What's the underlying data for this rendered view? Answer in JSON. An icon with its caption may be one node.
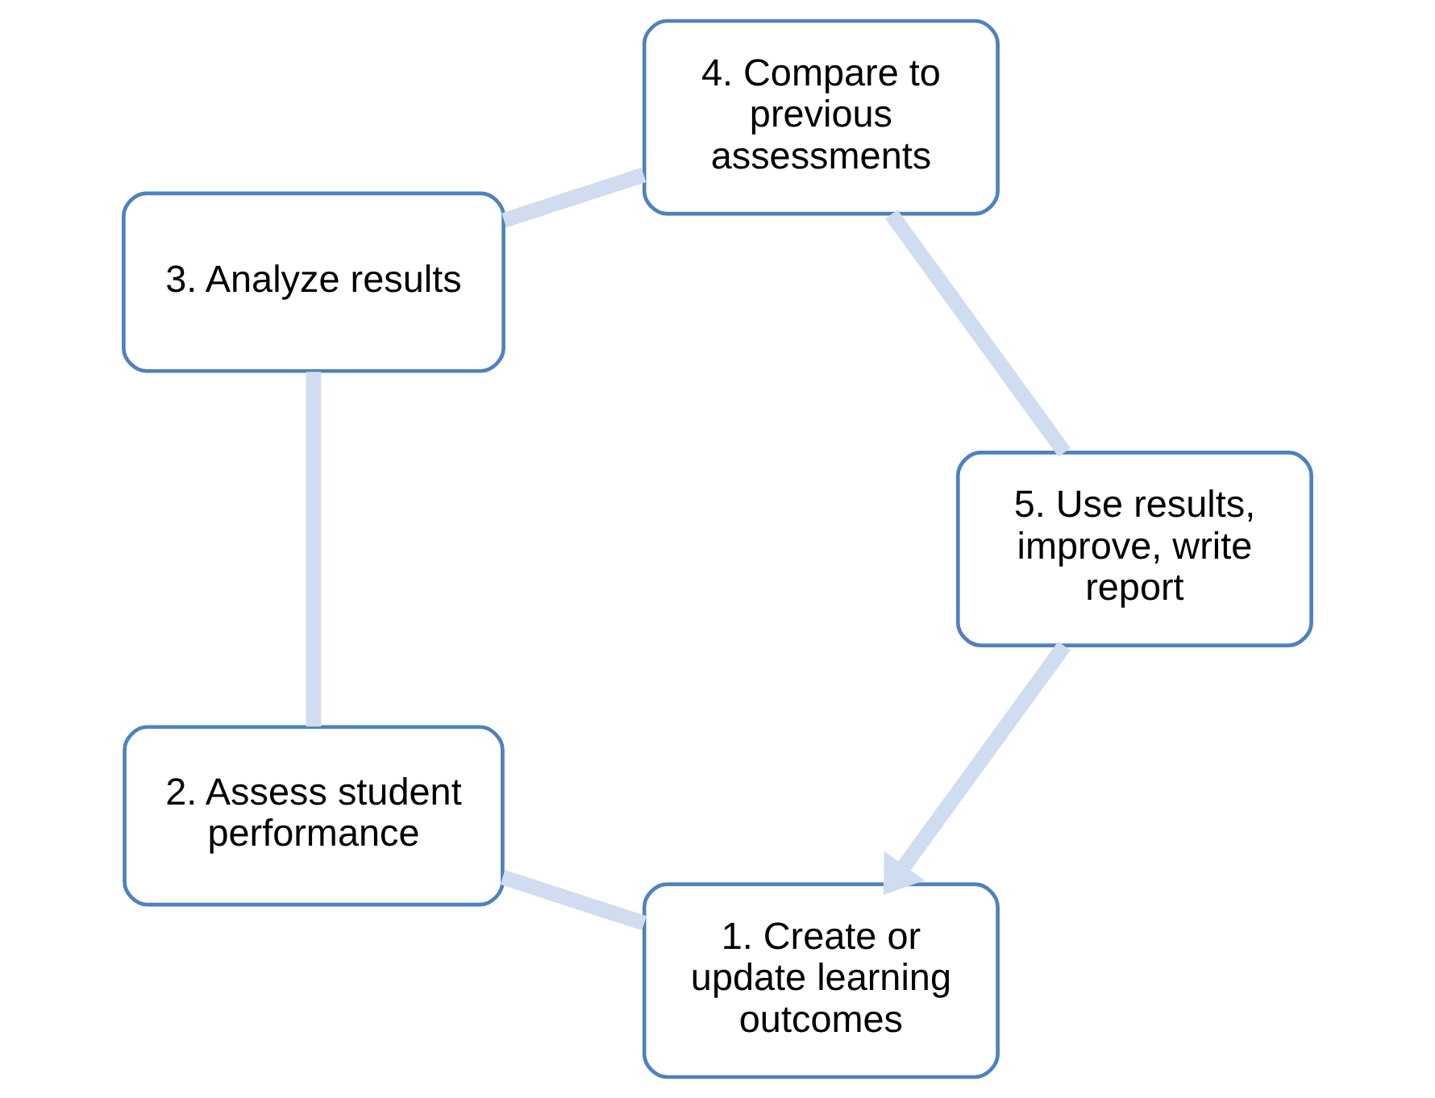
{
  "diagram": {
    "nodes": [
      {
        "text": [
          "1. Create or update learning outcomes"
        ]
      },
      {
        "text": [
          "2. Assess student performance"
        ]
      },
      {
        "text": [
          "3. Analyze results"
        ]
      },
      {
        "text": [
          "4. Compare to previous assessments"
        ]
      },
      {
        "text": [
          "5. Use results, improve, write report"
        ]
      }
    ],
    "edges": [
      {
        "from": 0,
        "to": 1,
        "arrow": "none"
      },
      {
        "from": 1,
        "to": 2,
        "arrow": "none"
      },
      {
        "from": 2,
        "to": 3,
        "arrow": "none"
      },
      {
        "from": 3,
        "to": 4,
        "arrow": "none"
      },
      {
        "from": 4,
        "to": 0,
        "arrow": "to"
      }
    ]
  }
}
